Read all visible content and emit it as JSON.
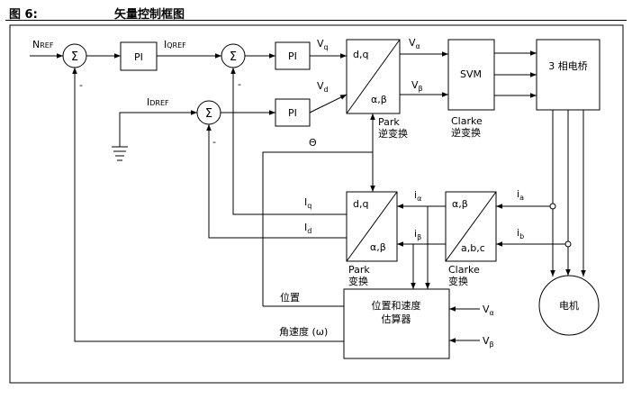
{
  "caption": {
    "figure_number": "图 6:",
    "title": "矢量控制框图"
  },
  "diagram": {
    "signals": {
      "nref_main": "N",
      "nref_sub": "REF",
      "iqref_main": "I",
      "iqref_sub": "QREF",
      "idref_main": "I",
      "idref_sub": "DREF",
      "vq_main": "V",
      "vq_sub": "q",
      "vd_main": "V",
      "vd_sub": "d",
      "valpha_main": "V",
      "valpha_sub": "α",
      "vbeta_main": "V",
      "vbeta_sub": "β",
      "theta": "Θ",
      "iq_main": "I",
      "iq_sub": "q",
      "id_main": "I",
      "id_sub": "d",
      "ialpha_main": "i",
      "ialpha_sub": "α",
      "ibeta_main": "i",
      "ibeta_sub": "β",
      "ia_main": "i",
      "ia_sub": "a",
      "ib_main": "i",
      "ib_sub": "b",
      "est_valpha_main": "V",
      "est_valpha_sub": "α",
      "est_vbeta_main": "V",
      "est_vbeta_sub": "β",
      "position": "位置",
      "angular_velocity": "角速度 (ω)"
    },
    "summing_symbol": "Σ",
    "minus_sign": "-",
    "blocks": {
      "pi_label": "PI",
      "inv_park_top": "d,q",
      "inv_park_bottom": "α,β",
      "inv_park_caption_1": "Park",
      "inv_park_caption_2": "逆变换",
      "svm": "SVM",
      "inv_clarke_caption_1": "Clarke",
      "inv_clarke_caption_2": "逆变换",
      "bridge": "3 相电桥",
      "park_top": "d,q",
      "park_bottom": "α,β",
      "park_caption_1": "Park",
      "park_caption_2": "变换",
      "clarke_top": "α,β",
      "clarke_bottom": "a,b,c",
      "clarke_caption_1": "Clarke",
      "clarke_caption_2": "变换",
      "estimator_line1": "位置和速度",
      "estimator_line2": "估算器",
      "motor": "电机"
    }
  }
}
